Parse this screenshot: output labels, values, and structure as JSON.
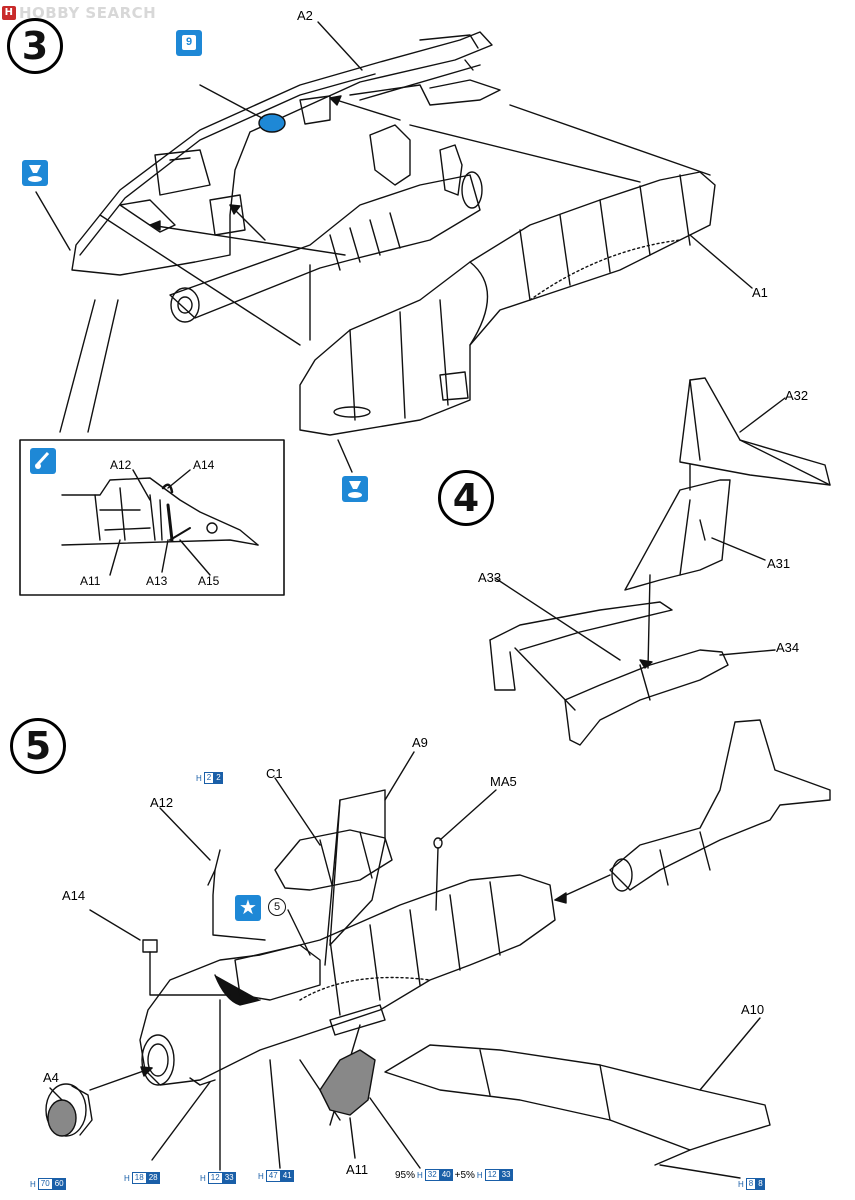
{
  "watermark": {
    "logo": "H",
    "text": "HOBBY SEARCH"
  },
  "steps": {
    "s3": "3",
    "s4": "4",
    "s5": "5"
  },
  "step3": {
    "parts": {
      "a2": "A2",
      "a1": "A1"
    },
    "paint_code": "9",
    "detail_labels": {
      "a12": "A12",
      "a14": "A14",
      "a11": "A11",
      "a13": "A13",
      "a15": "A15"
    }
  },
  "step4": {
    "parts": {
      "a32": "A32",
      "a31": "A31",
      "a33": "A33",
      "a34": "A34"
    }
  },
  "step5": {
    "parts": {
      "a9": "A9",
      "c1": "C1",
      "ma5": "MA5",
      "a12": "A12",
      "a14": "A14",
      "a4": "A4",
      "a10": "A10",
      "a11": "A11"
    },
    "decal_ref": "5",
    "color_refs": [
      {
        "prefix": "H",
        "n1": "2",
        "n2": "2"
      },
      {
        "prefix": "H",
        "n1": "70",
        "n2": "60"
      },
      {
        "prefix": "H",
        "n1": "18",
        "n2": "28"
      },
      {
        "prefix": "H",
        "n1": "12",
        "n2": "33"
      },
      {
        "prefix": "H",
        "n1": "47",
        "n2": "41"
      },
      {
        "prefix": "H",
        "n1": "8",
        "n2": "8"
      }
    ],
    "mix": {
      "p1": "95%",
      "h1a": "32",
      "h1b": "40",
      "plus": "+5%",
      "h2a": "12",
      "h2b": "33",
      "prefix": "H"
    }
  },
  "colors": {
    "accent_blue": "#1e88d6",
    "line": "#111111"
  }
}
